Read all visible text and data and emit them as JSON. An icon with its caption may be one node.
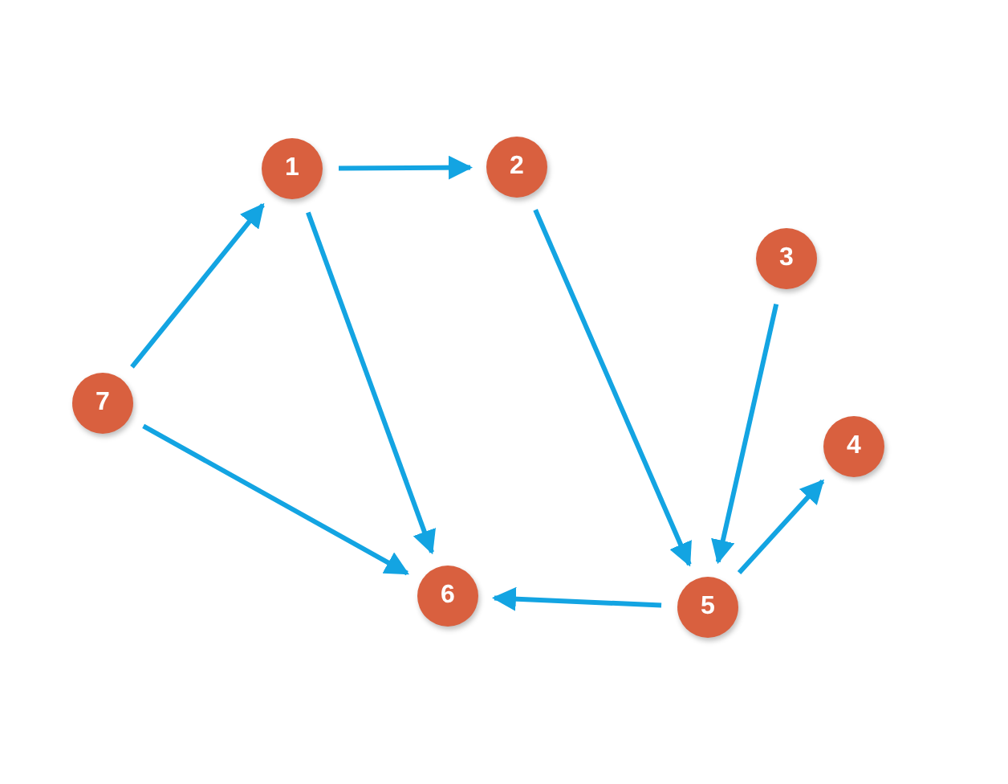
{
  "diagram": {
    "nodes": [
      {
        "text": [
          "1"
        ]
      },
      {
        "text": [
          "2"
        ]
      },
      {
        "text": [
          "3"
        ]
      },
      {
        "text": [
          "4"
        ]
      },
      {
        "text": [
          "5"
        ]
      },
      {
        "text": [
          "6"
        ]
      },
      {
        "text": [
          "7"
        ]
      }
    ],
    "edges": [
      {
        "from": 6,
        "to": 0,
        "arrow": "to"
      },
      {
        "from": 0,
        "to": 1,
        "arrow": "to"
      },
      {
        "from": 0,
        "to": 5,
        "arrow": "to"
      },
      {
        "from": 6,
        "to": 5,
        "arrow": "to"
      },
      {
        "from": 1,
        "to": 4,
        "arrow": "to"
      },
      {
        "from": 2,
        "to": 4,
        "arrow": "to"
      },
      {
        "from": 4,
        "to": 3,
        "arrow": "to"
      },
      {
        "from": 4,
        "to": 5,
        "arrow": "to"
      }
    ]
  }
}
